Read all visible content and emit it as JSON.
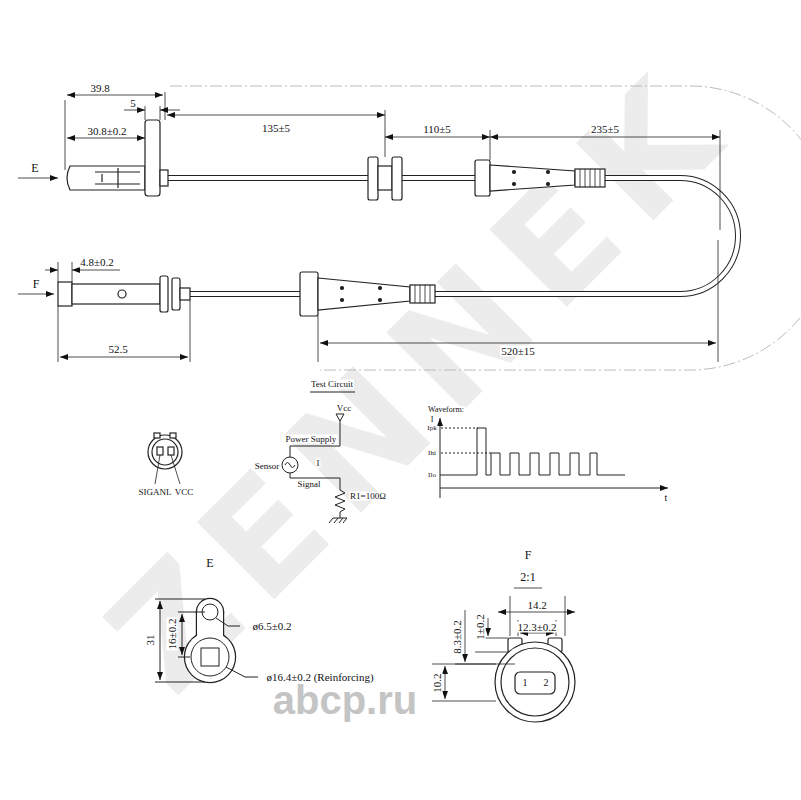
{
  "diagram": {
    "labels": [
      "39.8",
      "5",
      "30.8±0.2",
      "E",
      "135±5",
      "110±5",
      "235±5",
      "4.8±0.2",
      "F",
      "52.5",
      "520±15",
      "SIGANL",
      "VCC",
      "Test Circuit",
      "Vcc",
      "Power Supply",
      "Sensor",
      "I",
      "Signal",
      "R1=100Ω",
      "Waveform:",
      "I",
      "Ipk",
      "Ihi",
      "Ilo",
      "t",
      "E",
      "31",
      "16±0.2",
      "ø6.5±0.2",
      "ø16.4±0.2 (Reinforcing)",
      "F",
      "2:1",
      "14.2",
      "8.3±0.2",
      "1±0.2",
      "12.3±0.2",
      "10.2",
      "1",
      "2",
      "ZENNEK",
      "abcp.ru"
    ]
  }
}
